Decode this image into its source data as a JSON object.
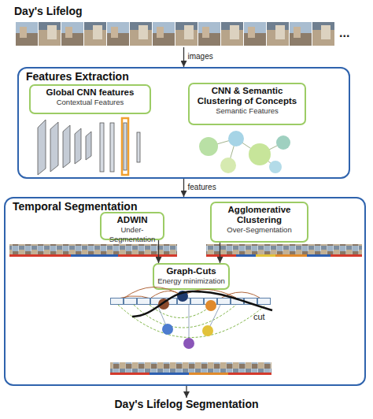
{
  "diagram": {
    "nodes": [
      {
        "text": [
          "Day's Lifelog"
        ]
      },
      {
        "text": [
          "Features Extraction"
        ]
      },
      {
        "text": [
          "Global CNN features",
          "Contextual Features"
        ],
        "in": 1
      },
      {
        "text": [
          "CNN & Semantic Clustering of Concepts",
          "Semantic Features"
        ],
        "in": 1
      },
      {
        "text": [
          "Temporal Segmentation"
        ]
      },
      {
        "text": [
          "ADWIN",
          "Under-Segmentation"
        ],
        "in": 4
      },
      {
        "text": [
          "Agglomerative Clustering",
          "Over-Segmentation"
        ],
        "in": 4
      },
      {
        "text": [
          "Graph-Cuts",
          "Energy minimization"
        ],
        "in": 4
      },
      {
        "text": [
          "Day's Lifelog Segmentation"
        ]
      }
    ],
    "edges": [
      {
        "from": 0,
        "to": 1,
        "label": "images",
        "arrow": "to"
      },
      {
        "from": 1,
        "to": 4,
        "label": "features",
        "arrow": "to"
      },
      {
        "from": 4,
        "to": 8,
        "arrow": "to"
      },
      {
        "from": 5,
        "to": 7,
        "arrow": "to"
      },
      {
        "from": 6,
        "to": 7,
        "arrow": "to"
      }
    ],
    "labels": [
      "...",
      "cut"
    ]
  }
}
